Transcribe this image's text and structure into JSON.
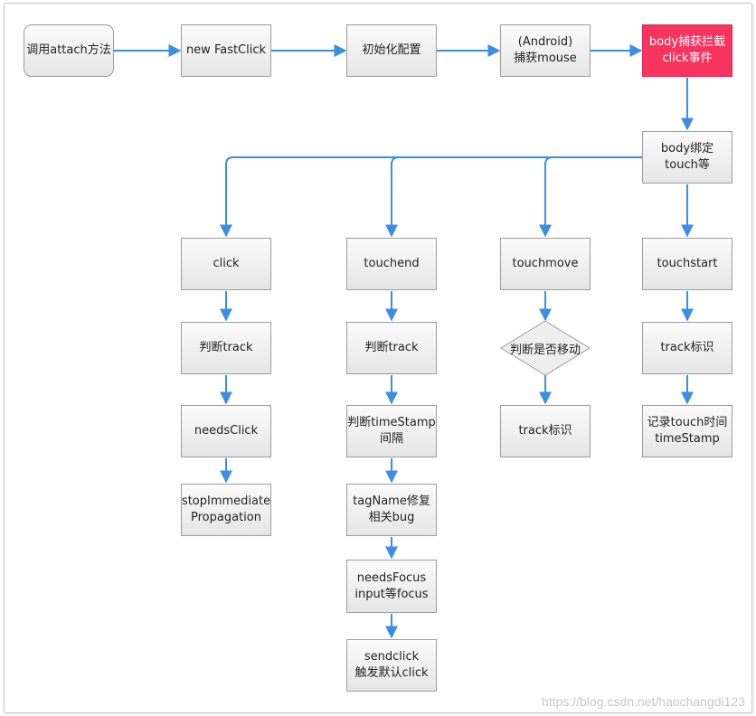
{
  "nodes": {
    "attach": "调用attach方法",
    "new_fastclick": "new FastClick",
    "init_config": "初始化配置",
    "android_capture": "(Android)\n捕获mouse",
    "body_intercept": "body捕获拦截\nclick事件",
    "body_bind": "body绑定\ntouch等",
    "click": "click",
    "touchend": "touchend",
    "touchmove": "touchmove",
    "touchstart": "touchstart",
    "click_judge_track": "判断track",
    "touchend_judge_track": "判断track",
    "judge_moved": "判断是否移动",
    "touchstart_track_flag": "track标识",
    "needs_click": "needsClick",
    "judge_timestamp": "判断timeStamp\n间隔",
    "touchmove_track_flag": "track标识",
    "record_time": "记录touch时间\ntimeStamp",
    "stop_propagation": "stopImmediate\nPropagation",
    "tagname_fix": "tagName修复\n相关bug",
    "needs_focus": "needsFocus\ninput等focus",
    "sendclick": "sendclick\n触发默认click"
  },
  "colors": {
    "arrow": "#3a8ee6",
    "highlight": "#f6345e"
  },
  "watermark": "https://blog.csdn.net/haochangdi123"
}
